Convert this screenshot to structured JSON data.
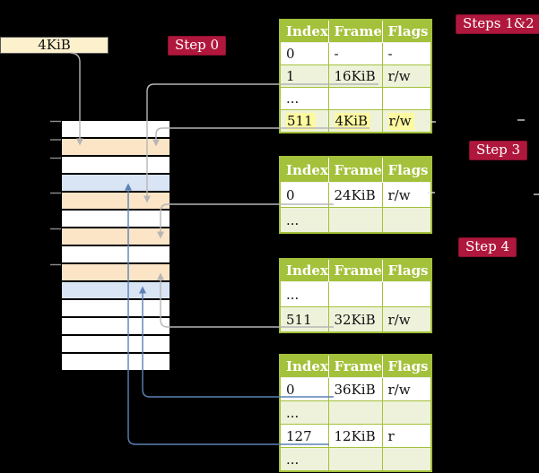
{
  "frame_box": {
    "label": "4KiB"
  },
  "badges": {
    "step0": "Step 0",
    "steps12": "Steps 1&2",
    "step3": "Step 3",
    "step4": "Step 4"
  },
  "palette": {
    "table_header_green": "#a3c13a",
    "table_row_green": "#eef2da",
    "frame_free_white": "#ffffff",
    "frame_table_wheat": "#fce5c7",
    "frame_data_blue": "#d9e5f5",
    "highlight_yellow": "#fdf9a1",
    "badge_crimson": "#b0173c",
    "arrow_gray": "#b6b6b6",
    "arrow_blue": "#5d81b6",
    "frame_box_cream": "#fcf0cd"
  },
  "memory": {
    "rows": [
      {
        "type": "free"
      },
      {
        "type": "table"
      },
      {
        "type": "free"
      },
      {
        "type": "data"
      },
      {
        "type": "table"
      },
      {
        "type": "free"
      },
      {
        "type": "table"
      },
      {
        "type": "free"
      },
      {
        "type": "table"
      },
      {
        "type": "data"
      },
      {
        "type": "free"
      },
      {
        "type": "free"
      },
      {
        "type": "free"
      },
      {
        "type": "free"
      }
    ]
  },
  "tables": [
    {
      "id": "steps-1-2",
      "headers": [
        "Index",
        "Frame",
        "Flags"
      ],
      "rows": [
        {
          "cells": [
            "0",
            "-",
            "-"
          ],
          "shaded": false,
          "highlight": false
        },
        {
          "cells": [
            "1",
            "16KiB",
            "r/w"
          ],
          "shaded": true,
          "highlight": false
        },
        {
          "cells": [
            "...",
            "",
            ""
          ],
          "shaded": false,
          "highlight": false
        },
        {
          "cells": [
            "511",
            "4KiB",
            "r/w"
          ],
          "shaded": true,
          "highlight": true
        }
      ]
    },
    {
      "id": "step-3",
      "headers": [
        "Index",
        "Frame",
        "Flags"
      ],
      "rows": [
        {
          "cells": [
            "0",
            "24KiB",
            "r/w"
          ],
          "shaded": false,
          "highlight": false
        },
        {
          "cells": [
            "...",
            "",
            ""
          ],
          "shaded": true,
          "highlight": false
        }
      ]
    },
    {
      "id": "step-4",
      "headers": [
        "Index",
        "Frame",
        "Flags"
      ],
      "rows": [
        {
          "cells": [
            "...",
            "",
            ""
          ],
          "shaded": false,
          "highlight": false
        },
        {
          "cells": [
            "511",
            "32KiB",
            "r/w"
          ],
          "shaded": true,
          "highlight": false
        }
      ]
    },
    {
      "id": "final",
      "headers": [
        "Index",
        "Frame",
        "Flags"
      ],
      "rows": [
        {
          "cells": [
            "0",
            "36KiB",
            "r/w"
          ],
          "shaded": false,
          "highlight": false
        },
        {
          "cells": [
            "...",
            "",
            ""
          ],
          "shaded": true,
          "highlight": false
        },
        {
          "cells": [
            "127",
            "12KiB",
            "r"
          ],
          "shaded": false,
          "highlight": false
        },
        {
          "cells": [
            "...",
            "",
            ""
          ],
          "shaded": true,
          "highlight": false
        }
      ]
    }
  ],
  "arrows": [
    {
      "id": "root-pointer",
      "from": "frame-size-box",
      "to": "memory-row-2",
      "color": "gray"
    },
    {
      "id": "pte-1-to-16kib",
      "from": "table-steps-1-2-row-1",
      "to": "memory-row-5",
      "color": "gray"
    },
    {
      "id": "pte-511-to-4kib",
      "from": "table-steps-1-2-row-511",
      "to": "memory-row-2",
      "color": "gray"
    },
    {
      "id": "pte-0-to-24kib",
      "from": "table-step-3-row-0",
      "to": "memory-row-7",
      "color": "gray"
    },
    {
      "id": "pte-511-to-32kib",
      "from": "table-step-4-row-511",
      "to": "memory-row-9",
      "color": "gray"
    },
    {
      "id": "pte-0-to-36kib",
      "from": "table-final-row-0",
      "to": "memory-row-10",
      "color": "blue"
    },
    {
      "id": "pte-127-to-12kib",
      "from": "table-final-row-127",
      "to": "memory-row-4",
      "color": "blue"
    }
  ]
}
